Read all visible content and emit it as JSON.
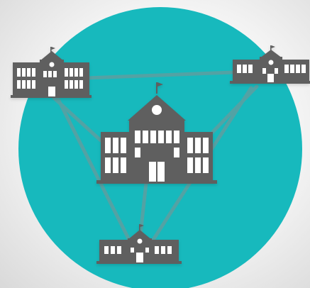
{
  "colors": {
    "background_light": "#f4f4f4",
    "background_edge": "#d6d6d6",
    "circle": "#17b9bd",
    "building": "#5f5f5f",
    "building_dark": "#4e4e4e",
    "connector": "#5e9ea0",
    "window": "#ffffff"
  },
  "icons": [
    "school-building-icon",
    "network-connector-line"
  ],
  "scene": {
    "description_free": true,
    "building_count": 4,
    "connection_count": 6
  }
}
